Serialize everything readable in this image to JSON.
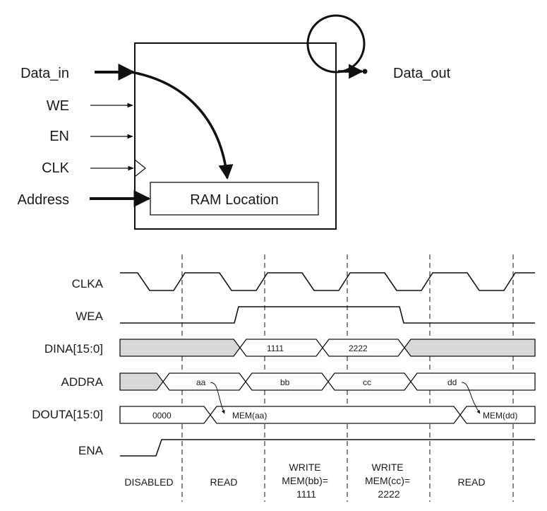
{
  "block": {
    "inputs": [
      "Data_in",
      "WE",
      "EN",
      "CLK",
      "Address"
    ],
    "output": "Data_out",
    "ram_location": "RAM Location"
  },
  "timing": {
    "signals": [
      "CLKA",
      "WEA",
      "DINA[15:0]",
      "ADDRA",
      "DOUTA[15:0]",
      "ENA"
    ],
    "dina_values": [
      "1111",
      "2222"
    ],
    "addra_values": [
      "aa",
      "bb",
      "cc",
      "dd"
    ],
    "douta_values": [
      "0000",
      "MEM(aa)",
      "MEM(dd)"
    ],
    "phases": [
      {
        "lines": [
          "DISABLED"
        ]
      },
      {
        "lines": [
          "READ"
        ]
      },
      {
        "lines": [
          "WRITE",
          "MEM(bb)=",
          "1111"
        ]
      },
      {
        "lines": [
          "WRITE",
          "MEM(cc)=",
          "2222"
        ]
      },
      {
        "lines": [
          "READ"
        ]
      }
    ]
  }
}
